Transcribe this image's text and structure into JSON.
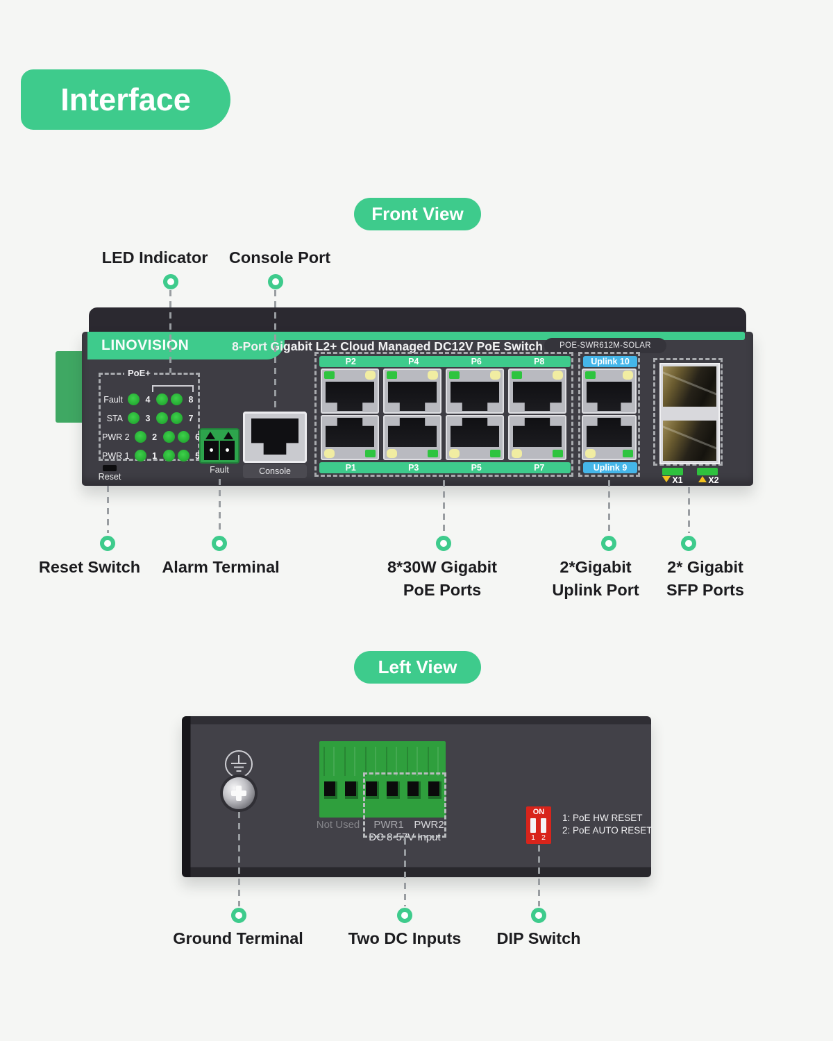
{
  "interface_badge": "Interface",
  "front": {
    "badge": "Front View",
    "led_callout": "LED Indicator",
    "console_callout": "Console Port",
    "brand": "LINOVISION",
    "title": "8-Port Gigabit L2+ Cloud Managed DC12V PoE Switch",
    "model": "POE-SWR612M-SOLAR",
    "led": {
      "group": "PoE+",
      "rows": [
        {
          "label": "Fault",
          "l": "4",
          "r": "8"
        },
        {
          "label": "STA",
          "l": "3",
          "r": "7"
        },
        {
          "label": "PWR 2",
          "l": "2",
          "r": "6"
        },
        {
          "label": "PWR 1",
          "l": "1",
          "r": "5"
        }
      ]
    },
    "reset": "Reset",
    "fault": "Fault",
    "console": "Console",
    "ports_top": [
      "P2",
      "P4",
      "P6",
      "P8"
    ],
    "ports_bottom": [
      "P1",
      "P3",
      "P5",
      "P7"
    ],
    "uplink_top": "Uplink 10",
    "uplink_bottom": "Uplink 9",
    "sfp_x1": "X1",
    "sfp_x2": "X2",
    "callouts": [
      [
        "Reset Switch"
      ],
      [
        "Alarm Terminal"
      ],
      [
        "8*30W Gigabit",
        "PoE Ports"
      ],
      [
        "2*Gigabit",
        "Uplink Port"
      ],
      [
        "2* Gigabit",
        "SFP Ports"
      ]
    ]
  },
  "left": {
    "badge": "Left View",
    "not_used": "Not Used",
    "pwr1": "PWR1",
    "pwr2": "PWR2",
    "dc": "DC 8-57V Input",
    "dip_on": "ON",
    "dip_1": "1",
    "dip_2": "2",
    "dip_line1": "1: PoE HW RESET",
    "dip_line2": "2: PoE AUTO RESET",
    "callouts": [
      "Ground Terminal",
      "Two DC Inputs",
      "DIP Switch"
    ]
  },
  "colors": {
    "accent_green": "#3ecb8c",
    "led_green": "#2ec43f",
    "led_yellow": "#f1eda2",
    "uplink_cyan": "#45b6e9",
    "dip_red": "#d8241b",
    "device_body": "#3e3d44",
    "background": "#f5f6f4"
  }
}
